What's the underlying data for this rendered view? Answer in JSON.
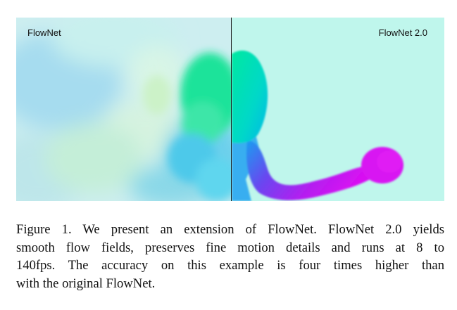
{
  "figure": {
    "left_label": "FlowNet",
    "right_label": "FlowNet 2.0"
  },
  "caption": {
    "lines": [
      "Figure 1. We present an extension of FlowNet. FlowNet 2.0 yields",
      "smooth flow fields, preserves fine motion details and runs at 8 to",
      "140fps.  The accuracy on this example is four times higher than",
      "with the original FlowNet."
    ]
  }
}
